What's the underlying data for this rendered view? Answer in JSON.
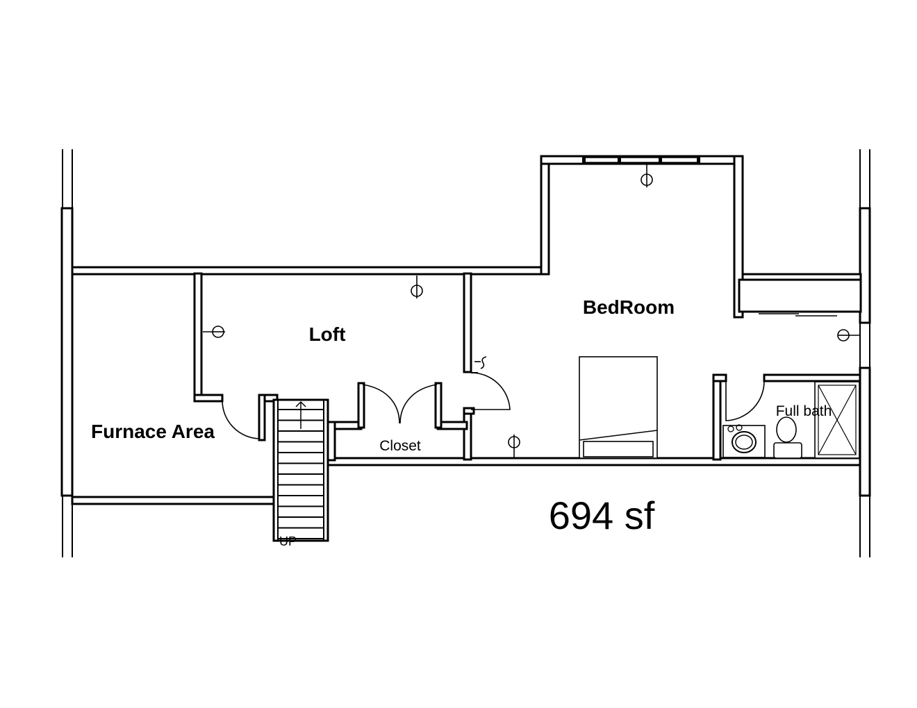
{
  "rooms": {
    "loft": "Loft",
    "bedroom": "BedRoom",
    "furnace": "Furnace Area",
    "closet": "Closet",
    "bath": "Full bath"
  },
  "stairs": {
    "direction": "UP"
  },
  "area": "694 sf",
  "colors": {
    "line": "#000000",
    "background": "#ffffff"
  }
}
